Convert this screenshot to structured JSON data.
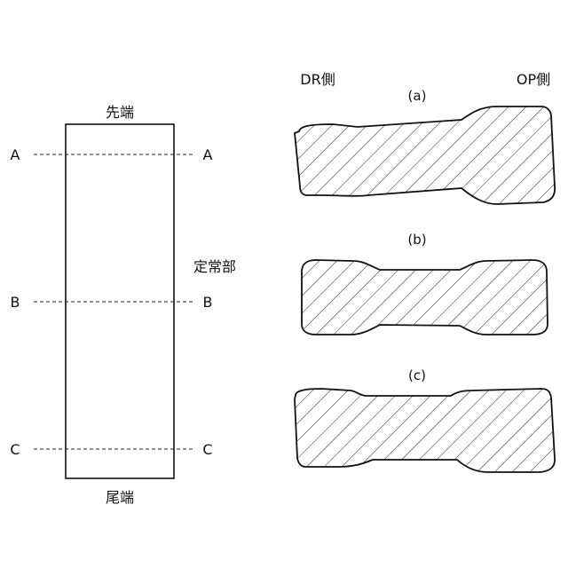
{
  "strip": {
    "top_label": "先端",
    "bottom_label": "尾端",
    "middle_label": "定常部",
    "cuts": [
      {
        "left": "A",
        "right": "A"
      },
      {
        "left": "B",
        "right": "B"
      },
      {
        "left": "C",
        "right": "C"
      }
    ]
  },
  "sections": {
    "dr_side_label": "DR側",
    "op_side_label": "OP側",
    "items": [
      {
        "label": "(a)"
      },
      {
        "label": "(b)"
      },
      {
        "label": "(c)"
      }
    ]
  }
}
